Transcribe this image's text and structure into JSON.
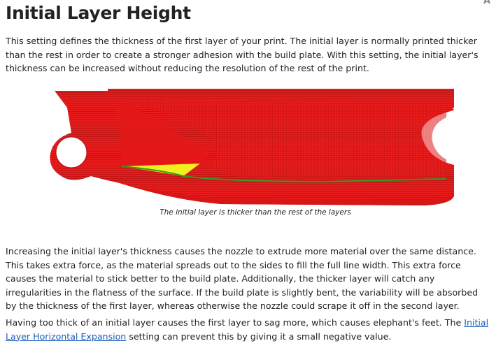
{
  "article": {
    "title": "Initial Layer Height",
    "corner_glyph": "A",
    "intro": "This setting defines the thickness of the first layer of your print. The initial layer is normally printed thicker than the rest in order to create a stronger adhesion with the build plate. With this setting, the initial layer's thickness can be increased without reducing the resolution of the rest of the print.",
    "figure": {
      "caption": "The initial layer is thicker than the rest of the layers",
      "colors": {
        "layers": "#e81c1c",
        "layer_lines": "#b30f0f",
        "initial_layer": "#f0f01e",
        "edge_line": "#2e9e1e"
      }
    },
    "body_paragraph": "Increasing the initial layer's thickness causes the nozzle to extrude more material over the same distance. This takes extra force, as the material spreads out to the sides to fill the full line width. This extra force causes the material to stick better to the build plate. Additionally, the thicker layer will catch any irregularities in the flatness of the surface. If the build plate is slightly bent, the variability will be absorbed by the thickness of the first layer, whereas otherwise the nozzle could scrape it off in the second layer.",
    "last_paragraph": {
      "before_link": "Having too thick of an initial layer causes the first layer to sag more, which causes elephant's feet. The ",
      "link_text": "Initial Layer Horizontal Expansion",
      "after_link": " setting can prevent this by giving it a small negative value."
    }
  }
}
